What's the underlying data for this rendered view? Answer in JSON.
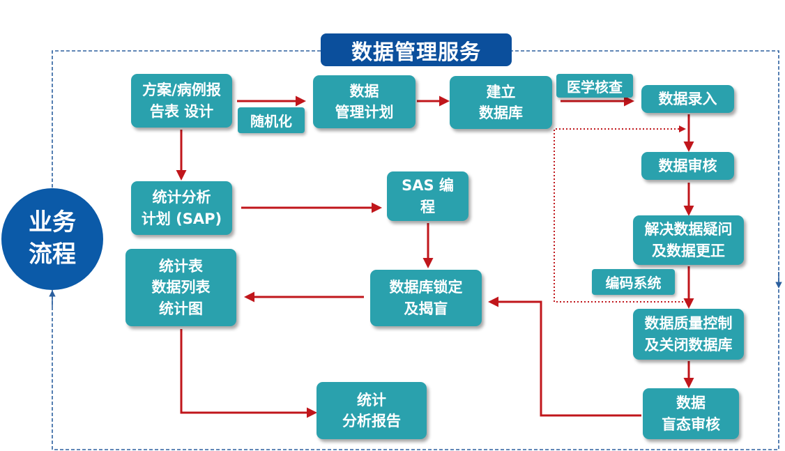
{
  "title": "数据管理服务",
  "process_label": "业务\n流程",
  "nodes": {
    "protocol_crf": "方案/病例报\n告表 设计",
    "dm_plan": "数据\n管理计划",
    "build_db": "建立\n数据库",
    "data_entry": "数据录入",
    "data_review": "数据审核",
    "query": "解决数据疑问\n及数据更正",
    "qc_close": "数据质量控制\n及关闭数据库",
    "blind_review": "数据\n盲态审核",
    "db_lock": "数据库锁定\n及揭盲",
    "tables": "统计表\n数据列表\n统计图",
    "report": "统计\n分析报告",
    "sap": "统计分析\n计划 (SAP)",
    "sas": "SAS 编\n程"
  },
  "tags": {
    "randomization": "随机化",
    "medical_coding": "医学核查",
    "coding_system": "编码系统"
  },
  "colors": {
    "node_fill": "#2aa1ad",
    "title_fill": "#0b4f9c",
    "circle_fill": "#0b5aa8",
    "arrow": "#c0161b",
    "frame": "#2b5f9e"
  }
}
